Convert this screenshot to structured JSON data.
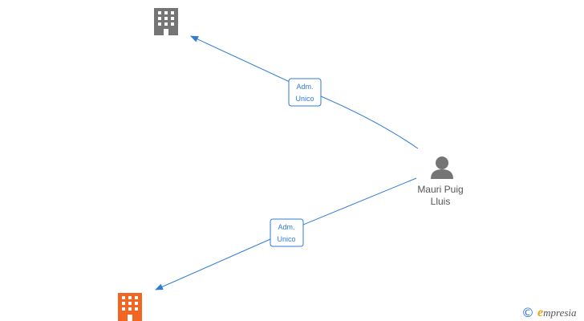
{
  "colors": {
    "edge": "#2f7bd6",
    "company_gray": "#757575",
    "company_orange": "#f26522",
    "person": "#757575",
    "brand_accent": "#e8a317"
  },
  "nodes": {
    "company_top": {
      "icon": "building-icon",
      "color": "#757575"
    },
    "company_bottom": {
      "icon": "building-icon",
      "color": "#f26522"
    },
    "person": {
      "icon": "person-icon",
      "name_line1": "Mauri Puig",
      "name_line2": "Lluis"
    }
  },
  "edges": [
    {
      "from": "person",
      "to": "company_top",
      "label_line1": "Adm.",
      "label_line2": "Unico"
    },
    {
      "from": "person",
      "to": "company_bottom",
      "label_line1": "Adm.",
      "label_line2": "Unico"
    }
  ],
  "footer": {
    "copyright_symbol": "©",
    "brand_first": "e",
    "brand_rest": "mpresia"
  }
}
